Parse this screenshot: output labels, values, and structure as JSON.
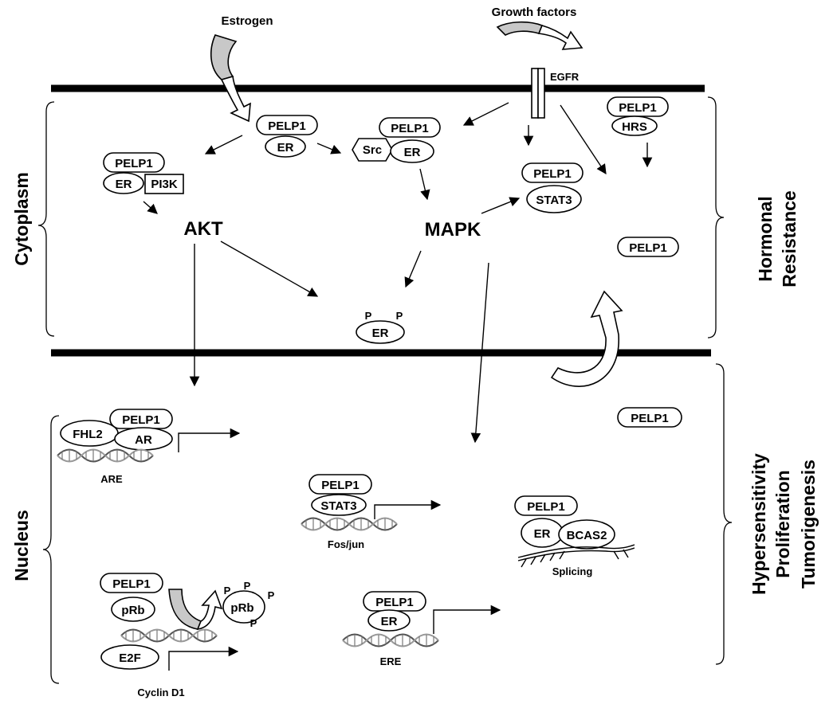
{
  "signals": {
    "estrogen": "Estrogen",
    "growth_factors": "Growth factors",
    "egfr": "EGFR"
  },
  "regions": {
    "cytoplasm": "Cytoplasm",
    "nucleus": "Nucleus"
  },
  "outcomes": {
    "hormonal_1": "Hormonal",
    "hormonal_2": "Resistance",
    "outcome_1": "Hypersensitivity",
    "outcome_2": "Proliferation",
    "outcome_3": "Tumorigenesis"
  },
  "proteins": {
    "pelp1": "PELP1",
    "er": "ER",
    "src": "Src",
    "pi3k": "PI3K",
    "hrs": "HRS",
    "stat3": "STAT3",
    "fhl2": "FHL2",
    "ar": "AR",
    "prb": "pRb",
    "e2f": "E2F",
    "bcas2": "BCAS2",
    "phospho": "P"
  },
  "kinases": {
    "akt": "AKT",
    "mapk": "MAPK"
  },
  "gene_elements": {
    "are": "ARE",
    "fos_jun": "Fos/jun",
    "ere": "ERE",
    "cyclin_d1": "Cyclin D1",
    "splicing": "Splicing"
  }
}
